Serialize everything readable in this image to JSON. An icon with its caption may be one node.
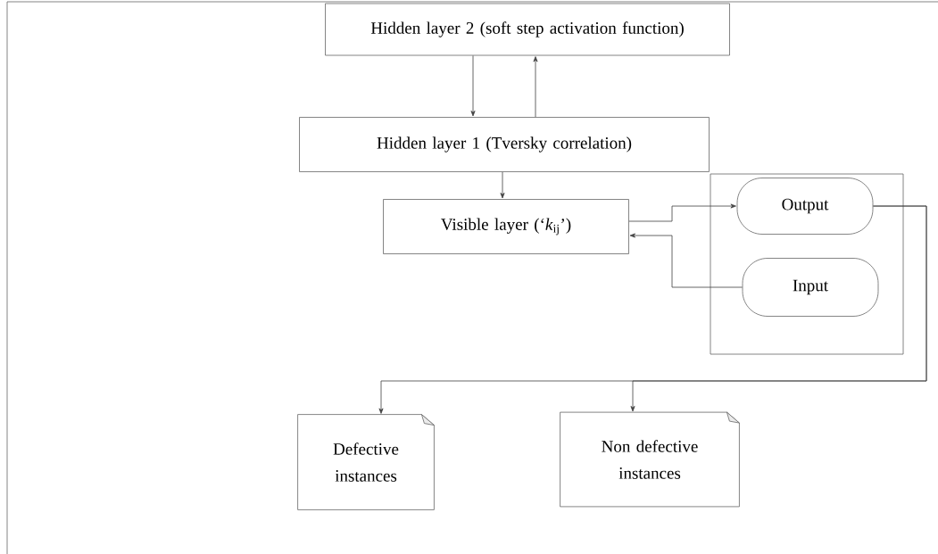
{
  "diagram": {
    "nodes": [
      {
        "text": [
          "Hidden layer 2 (soft step activation function)"
        ]
      },
      {
        "text": [
          "Hidden layer 1 (Tversky correlation)"
        ]
      },
      {
        "text": [
          "Visible layer (‘*k*$_{ij}$’)"
        ]
      },
      {
        "text": [],
        "shape": "box"
      },
      {
        "text": [
          "Output"
        ],
        "in": 3
      },
      {
        "text": [
          "Input"
        ],
        "in": 3
      },
      {
        "text": [
          "Defective instances"
        ]
      },
      {
        "text": [
          "Non defective instances"
        ]
      }
    ],
    "edges": [
      {
        "from": 0,
        "to": 1,
        "arrow": "to"
      },
      {
        "from": 1,
        "to": 0,
        "arrow": "to"
      },
      {
        "from": 1,
        "to": 2,
        "arrow": "to"
      },
      {
        "from": 2,
        "to": 4,
        "arrow": "to"
      },
      {
        "from": 5,
        "to": 2,
        "arrow": "to"
      },
      {
        "from": 4,
        "to": 6,
        "arrow": "to"
      },
      {
        "from": 4,
        "to": 7,
        "arrow": "to"
      }
    ]
  }
}
